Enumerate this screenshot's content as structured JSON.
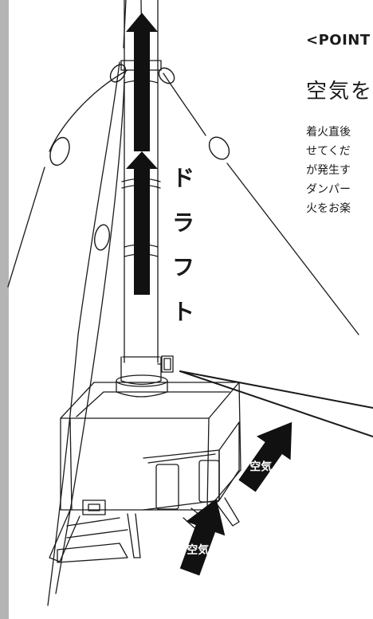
{
  "section_label": "<POINT",
  "title": "空気を",
  "body_lines": [
    "着火直後",
    "せてくだ",
    "が発生す",
    "ダンパー",
    "火をお楽"
  ],
  "draft_label_chars": [
    "ド",
    "ラ",
    "フ",
    "ト"
  ],
  "air_label": "空気",
  "colors": {
    "line": "#1a1a1a",
    "arrow": "#111111",
    "left_bar": "#b4b4b4",
    "background": "#ffffff"
  }
}
